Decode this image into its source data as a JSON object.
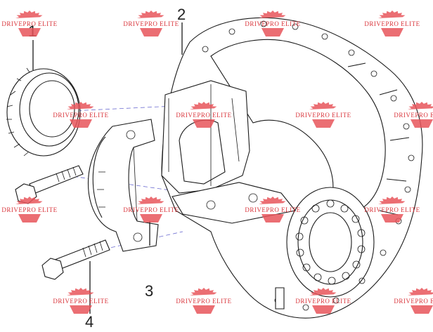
{
  "callouts": [
    {
      "id": "1",
      "label": "1"
    },
    {
      "id": "2",
      "label": "2"
    },
    {
      "id": "3",
      "label": "3"
    },
    {
      "id": "4",
      "label": "4"
    }
  ],
  "watermark": {
    "text": "DRIVEPRO ELITE",
    "color": "#d9343a"
  },
  "colors": {
    "line": "#1a1a1a",
    "centerline": "#6a6ad0",
    "watermark_gear": "#e8555a"
  }
}
